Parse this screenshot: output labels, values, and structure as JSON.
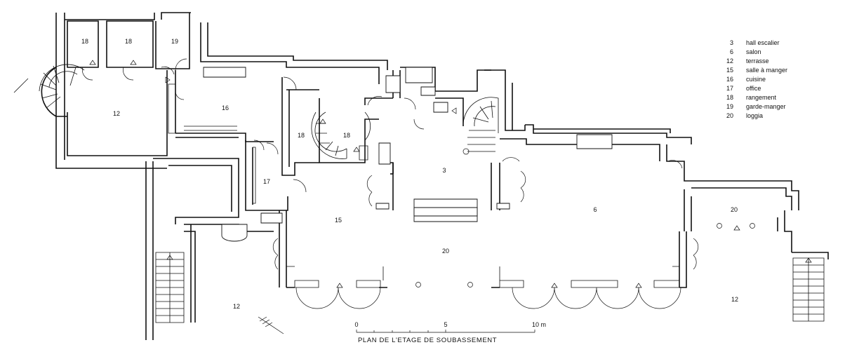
{
  "rooms": [
    {
      "id": "r18a",
      "label": "18"
    },
    {
      "id": "r18b",
      "label": "18"
    },
    {
      "id": "r19",
      "label": "19"
    },
    {
      "id": "r12a",
      "label": "12"
    },
    {
      "id": "r16",
      "label": "16"
    },
    {
      "id": "r18c",
      "label": "18"
    },
    {
      "id": "r18d",
      "label": "18"
    },
    {
      "id": "r3",
      "label": "3"
    },
    {
      "id": "r17",
      "label": "17"
    },
    {
      "id": "r15",
      "label": "15"
    },
    {
      "id": "r6",
      "label": "6"
    },
    {
      "id": "r20a",
      "label": "20"
    },
    {
      "id": "r20b",
      "label": "20"
    },
    {
      "id": "r12b",
      "label": "12"
    },
    {
      "id": "r12c",
      "label": "12"
    }
  ],
  "legend": [
    {
      "num": "3",
      "label": "hall escalier"
    },
    {
      "num": "6",
      "label": "salon"
    },
    {
      "num": "12",
      "label": "terrasse"
    },
    {
      "num": "15",
      "label": "salle à manger"
    },
    {
      "num": "16",
      "label": "cuisine"
    },
    {
      "num": "17",
      "label": "office"
    },
    {
      "num": "18",
      "label": "rangement"
    },
    {
      "num": "19",
      "label": "garde-manger"
    },
    {
      "num": "20",
      "label": "loggia"
    }
  ],
  "scale": {
    "ticks": [
      "0",
      "5",
      "10 m"
    ]
  },
  "title": "PLAN DE L'ETAGE DE SOUBASSEMENT",
  "colors": {
    "ink": "#111111",
    "paper": "#ffffff"
  }
}
